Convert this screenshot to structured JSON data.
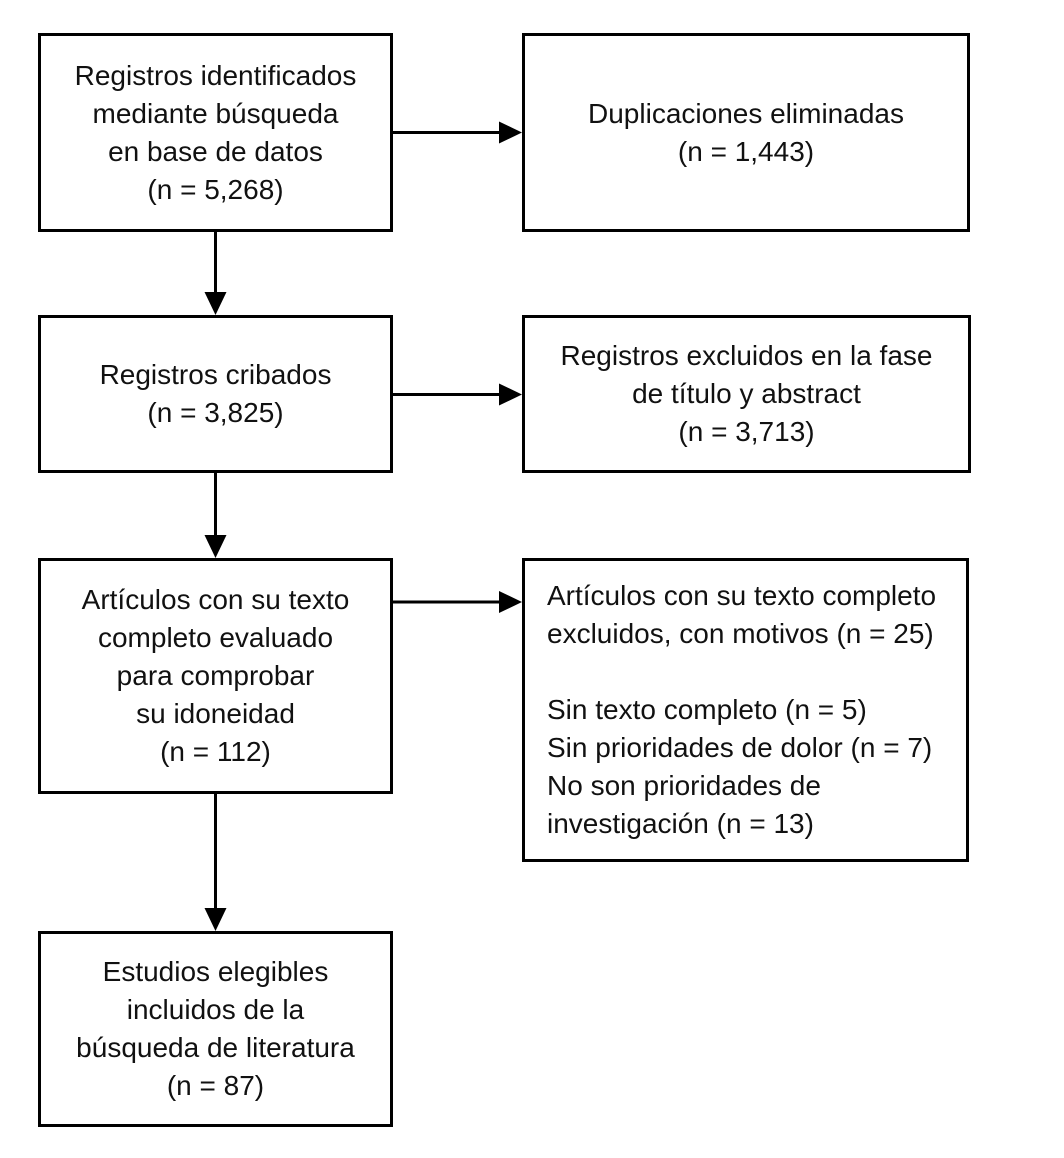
{
  "colors": {
    "box_border": "#000000",
    "box_background": "#ffffff",
    "arrow": "#000000",
    "text": "#111111",
    "page_background": "#ffffff"
  },
  "boxes": {
    "identified": {
      "text": "Registros identificados\nmediante búsqueda\nen base de datos\n(n = 5,268)",
      "n": "5,268"
    },
    "duplicates_removed": {
      "text": "Duplicaciones eliminadas\n(n = 1,443)",
      "n": "1,443"
    },
    "screened": {
      "text": "Registros cribados\n(n = 3,825)",
      "n": "3,825"
    },
    "excluded_title_abstract": {
      "text": "Registros excluidos en la fase\nde título y abstract\n(n = 3,713)",
      "n": "3,713"
    },
    "fulltext_assessed": {
      "text": "Artículos con su texto\ncompleto evaluado\npara comprobar\nsu idoneidad\n(n = 112)",
      "n": "112"
    },
    "fulltext_excluded": {
      "text": "Artículos con su texto completo\nexcluidos, con motivos (n = 25)\n\nSin texto completo (n = 5)\nSin prioridades de dolor (n = 7)\nNo son prioridades de\ninvestigación (n = 13)",
      "n": "25",
      "reasons": [
        {
          "label": "Sin texto completo",
          "n": "5"
        },
        {
          "label": "Sin prioridades de dolor",
          "n": "7"
        },
        {
          "label": "No son prioridades de investigación",
          "n": "13"
        }
      ]
    },
    "included": {
      "text": "Estudios elegibles\nincluidos de la\nbúsqueda de literatura\n(n = 87)",
      "n": "87"
    }
  }
}
